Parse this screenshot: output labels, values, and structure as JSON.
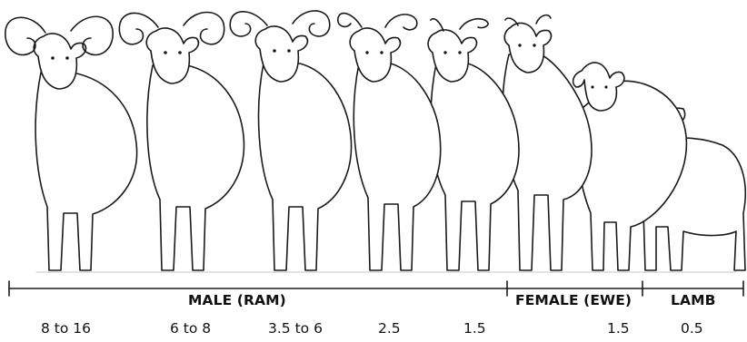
{
  "groups": {
    "male": "MALE (RAM)",
    "female": "FEMALE (EWE)",
    "lamb": "LAMB"
  },
  "ages": [
    "8 to 16",
    "6 to 8",
    "3.5 to 6",
    "2.5",
    "1.5",
    "1.5",
    "0.5"
  ],
  "animals": [
    {
      "group": "male",
      "age": "8 to 16"
    },
    {
      "group": "male",
      "age": "6 to 8"
    },
    {
      "group": "male",
      "age": "3.5 to 6"
    },
    {
      "group": "male",
      "age": "2.5"
    },
    {
      "group": "male",
      "age": "1.5"
    },
    {
      "group": "female",
      "age": "1.5"
    },
    {
      "group": "lamb",
      "age": "0.5"
    }
  ]
}
